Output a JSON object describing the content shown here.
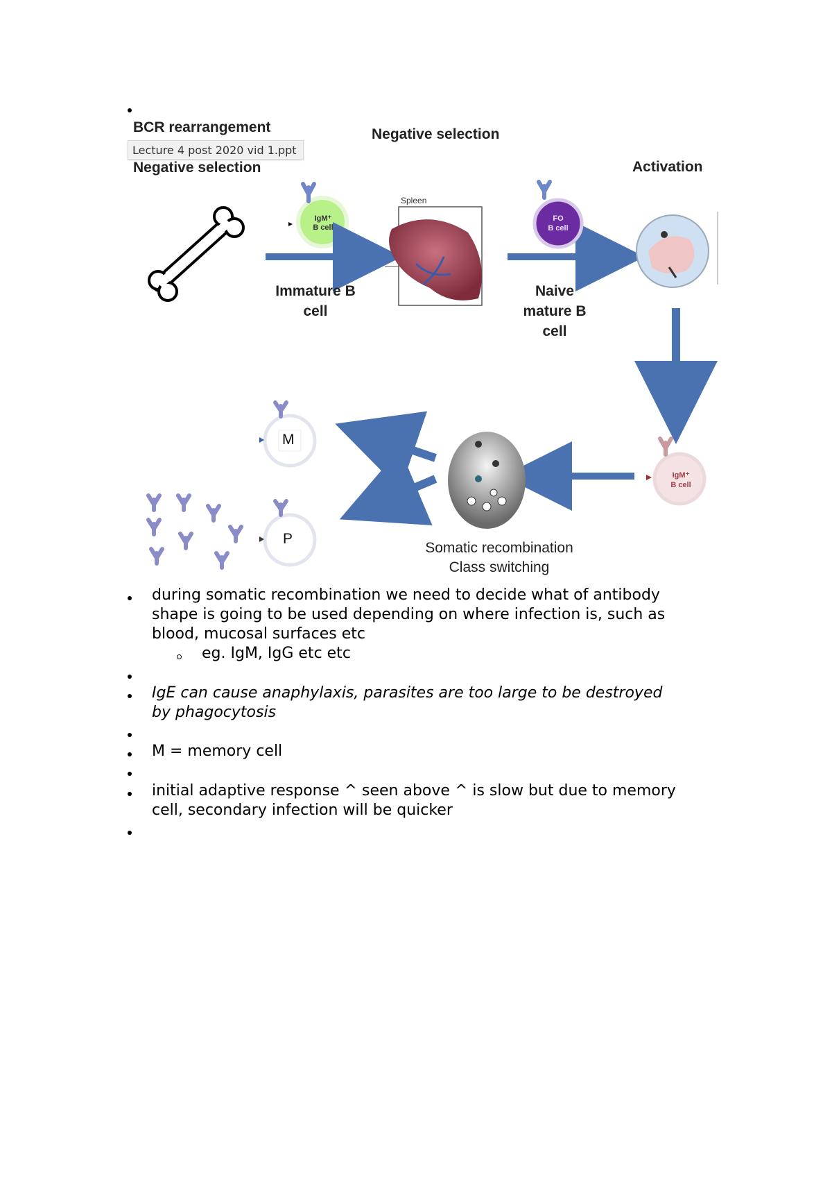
{
  "caption": "Lecture 4 post 2020 vid 1.ppt",
  "diagram": {
    "heading_left": "BCR rearrangement",
    "heading_left_sub": "Negative selection",
    "heading_center": "Negative selection",
    "heading_right": "Activation",
    "label_immature": "Immature B\ncell",
    "label_naive": "Naive\nmature B\ncell",
    "spleen_label": "Spleen",
    "igm_cell": [
      "IgM⁺",
      "B cell"
    ],
    "fo_cell": [
      "FO",
      "B cell"
    ],
    "igm_cell_2": [
      "IgM⁺",
      "B cell"
    ],
    "memory_letter": "M",
    "plasma_letter": "P",
    "somatic_caption": "Somatic recombination",
    "class_caption": "Class switching"
  },
  "notes": {
    "item1": "during somatic recombination we need to decide what of antibody shape is going to be used depending on where infection is, such as blood, mucosal surfaces etc",
    "item1_line1": "during somatic recombination we need to decide what of antibody",
    "item1_line2": "shape is going to be used depending on where infection is, such as",
    "item1_line3": "blood, mucosal surfaces etc",
    "sub1": "eg. IgM, IgG etc etc",
    "item2_line1": "IgE can cause anaphylaxis, parasites are too large to be destroyed",
    "item2_line2": "by phagocytosis",
    "item3": "M = memory cell",
    "item4_line1": "initial adaptive response ^ seen above ^ is slow but due to memory",
    "item4_line2": "cell, secondary infection will be quicker"
  },
  "colors": {
    "arrow": "#4a72b0",
    "igm_cell": "#b8f08a",
    "fo_cell": "#6a2ca0",
    "antibody": "#8a8cc8",
    "spleen": "#a84a5a"
  }
}
